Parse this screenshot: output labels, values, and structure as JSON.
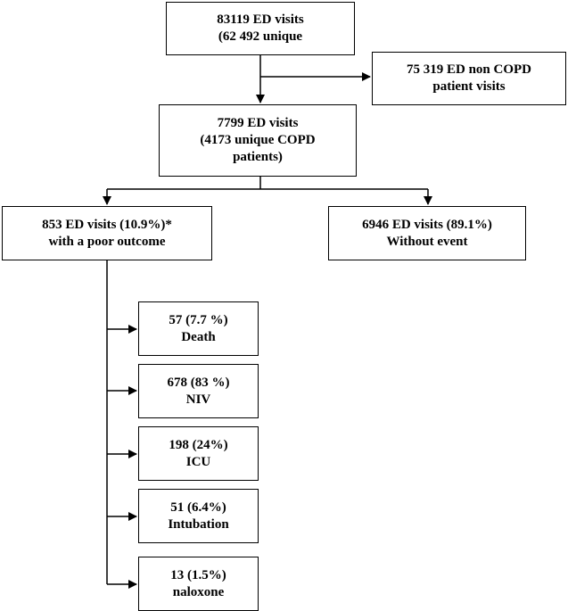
{
  "flowchart": {
    "total": {
      "line1": "83119 ED visits",
      "line2": "(62 492 unique"
    },
    "non_copd": {
      "line1": "75 319 ED non COPD",
      "line2": "patient visits"
    },
    "copd": {
      "line1": "7799 ED visits",
      "line2": "(4173 unique  COPD",
      "line3": "patients)"
    },
    "poor_outcome": {
      "line1": "853 ED visits (10.9%)*",
      "line2": "with  a poor outcome"
    },
    "without_event": {
      "line1": "6946 ED visits (89.1%)",
      "line2": "Without  event"
    },
    "outcomes": [
      {
        "line1": "57 (7.7 %)",
        "line2": "Death"
      },
      {
        "line1": "678 (83 %)",
        "line2": "NIV"
      },
      {
        "line1": "198 (24%)",
        "line2": "ICU"
      },
      {
        "line1": "51 (6.4%)",
        "line2": "Intubation"
      },
      {
        "line1": "13 (1.5%)",
        "line2": "naloxone"
      }
    ]
  },
  "colors": {
    "line": "#000000",
    "box_fill": "#ffffff",
    "text": "#000000"
  }
}
